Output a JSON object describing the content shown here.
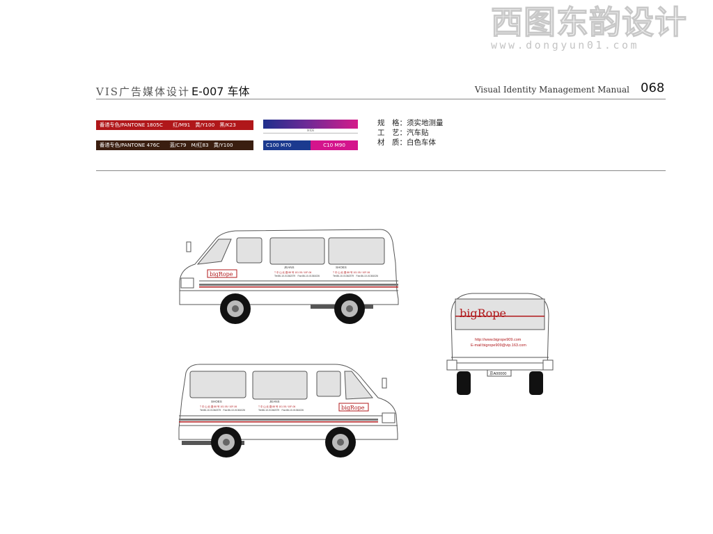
{
  "watermark": {
    "title": "西图东韵设计",
    "url": "www.dongyun01.com"
  },
  "header": {
    "series": "VIS广告媒体设计",
    "code": "E-007 车体",
    "manual": "Visual Identity Management Manual",
    "page": "068"
  },
  "swatches": [
    {
      "label": "番通专色/PANTONE 1805C　　红/M91　黄/Y100　黑/K23",
      "color": "#b0171a"
    },
    {
      "label": "番通专色/PANTONE 476C　　蓝/C79　M/红83　黄/Y100",
      "color": "#3a1e10"
    }
  ],
  "gradient": {
    "label": "WIDE",
    "chips": [
      {
        "label": "C100 M70",
        "color": "#1b3a8f"
      },
      {
        "label": "C10 M90",
        "color": "#d4148c"
      }
    ]
  },
  "specs": [
    "规　格：须实地测量",
    "工　艺：汽车贴",
    "材　质：白色车体"
  ],
  "vehicle": {
    "brand": "bigRope",
    "window_labels": [
      "JEANS",
      "SHOES"
    ],
    "small_text": [
      "T 中 山 北 路 88 号 101 05 / 10F-06",
      "Tel:86-10-01362379　Fax:86-10-01361026"
    ],
    "rear_url": "http://www.bigrope909.com",
    "rear_email": "E-mail:bigrope909@vip.163.com",
    "plate": "京A00000"
  }
}
